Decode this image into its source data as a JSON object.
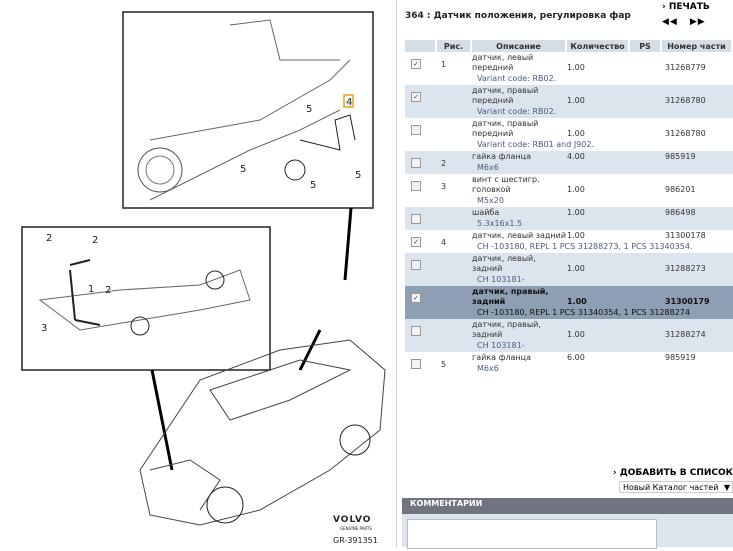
{
  "diagram": {
    "top_labels": [
      "4",
      "5",
      "5",
      "5",
      "5"
    ],
    "mid_labels": [
      "2",
      "2",
      "1",
      "2",
      "3"
    ],
    "logo": "VOLVO",
    "logo_sub": "GENUINE PARTS",
    "code": "GR-391351"
  },
  "header": {
    "title": "364 : Датчик положения, регулировка фар",
    "print": "ПЕЧАТЬ",
    "prev": "◀◀",
    "next": "▶▶"
  },
  "table": {
    "columns": [
      "",
      "Рис.",
      "Описание",
      "Количество",
      "PS",
      "Номер части"
    ],
    "rows": [
      {
        "checked": true,
        "fig": "1",
        "desc": "датчик, левый передний",
        "note": "Variant code: RB02.",
        "qty": "1.00",
        "ps": "",
        "part": "31268779"
      },
      {
        "checked": true,
        "fig": "",
        "desc": "датчик, правый передний",
        "note": "Variant code: RB02.",
        "qty": "1.00",
        "ps": "",
        "part": "31268780"
      },
      {
        "checked": false,
        "fig": "",
        "desc": "датчик, правый передний",
        "note": "Variant code: RB01 and J902.",
        "qty": "1.00",
        "ps": "",
        "part": "31268780"
      },
      {
        "checked": false,
        "fig": "2",
        "desc": "гайка фланца",
        "note": "M6x6",
        "qty": "4.00",
        "ps": "",
        "part": "985919"
      },
      {
        "checked": false,
        "fig": "3",
        "desc": "винт с шестигр. головкой",
        "note": "M5x20",
        "qty": "1.00",
        "ps": "",
        "part": "986201"
      },
      {
        "checked": false,
        "fig": "",
        "desc": "шайба",
        "note": "5.3x16x1.5",
        "qty": "1.00",
        "ps": "",
        "part": "986498"
      },
      {
        "checked": true,
        "fig": "4",
        "desc": "датчик, левый задний",
        "note": "CH -103180, REPL 1 PCS 31288273, 1 PCS 31340354.",
        "qty": "1.00",
        "ps": "",
        "part": "31300178"
      },
      {
        "checked": false,
        "fig": "",
        "desc": "датчик, левый, задний",
        "note": "CH 103181-",
        "qty": "1.00",
        "ps": "",
        "part": "31288273"
      },
      {
        "checked": true,
        "fig": "",
        "desc": "датчик, правый, задний",
        "note": "CH -103180, REPL 1 PCS 31340354, 1 PCS 31288274",
        "qty": "1.00",
        "ps": "",
        "part": "31300179",
        "selected": true
      },
      {
        "checked": false,
        "fig": "",
        "desc": "датчик, правый, задний",
        "note": "CH 103181-",
        "qty": "1.00",
        "ps": "",
        "part": "31288274"
      },
      {
        "checked": false,
        "fig": "5",
        "desc": "гайка фланца",
        "note": "M6x6",
        "qty": "6.00",
        "ps": "",
        "part": "985919"
      }
    ]
  },
  "add_to_list": "ДОБАВИТЬ В СПИСОК",
  "list_select": "Новый Каталог частей",
  "comments": {
    "title": "КОММЕНТАРИИ",
    "value": ""
  }
}
